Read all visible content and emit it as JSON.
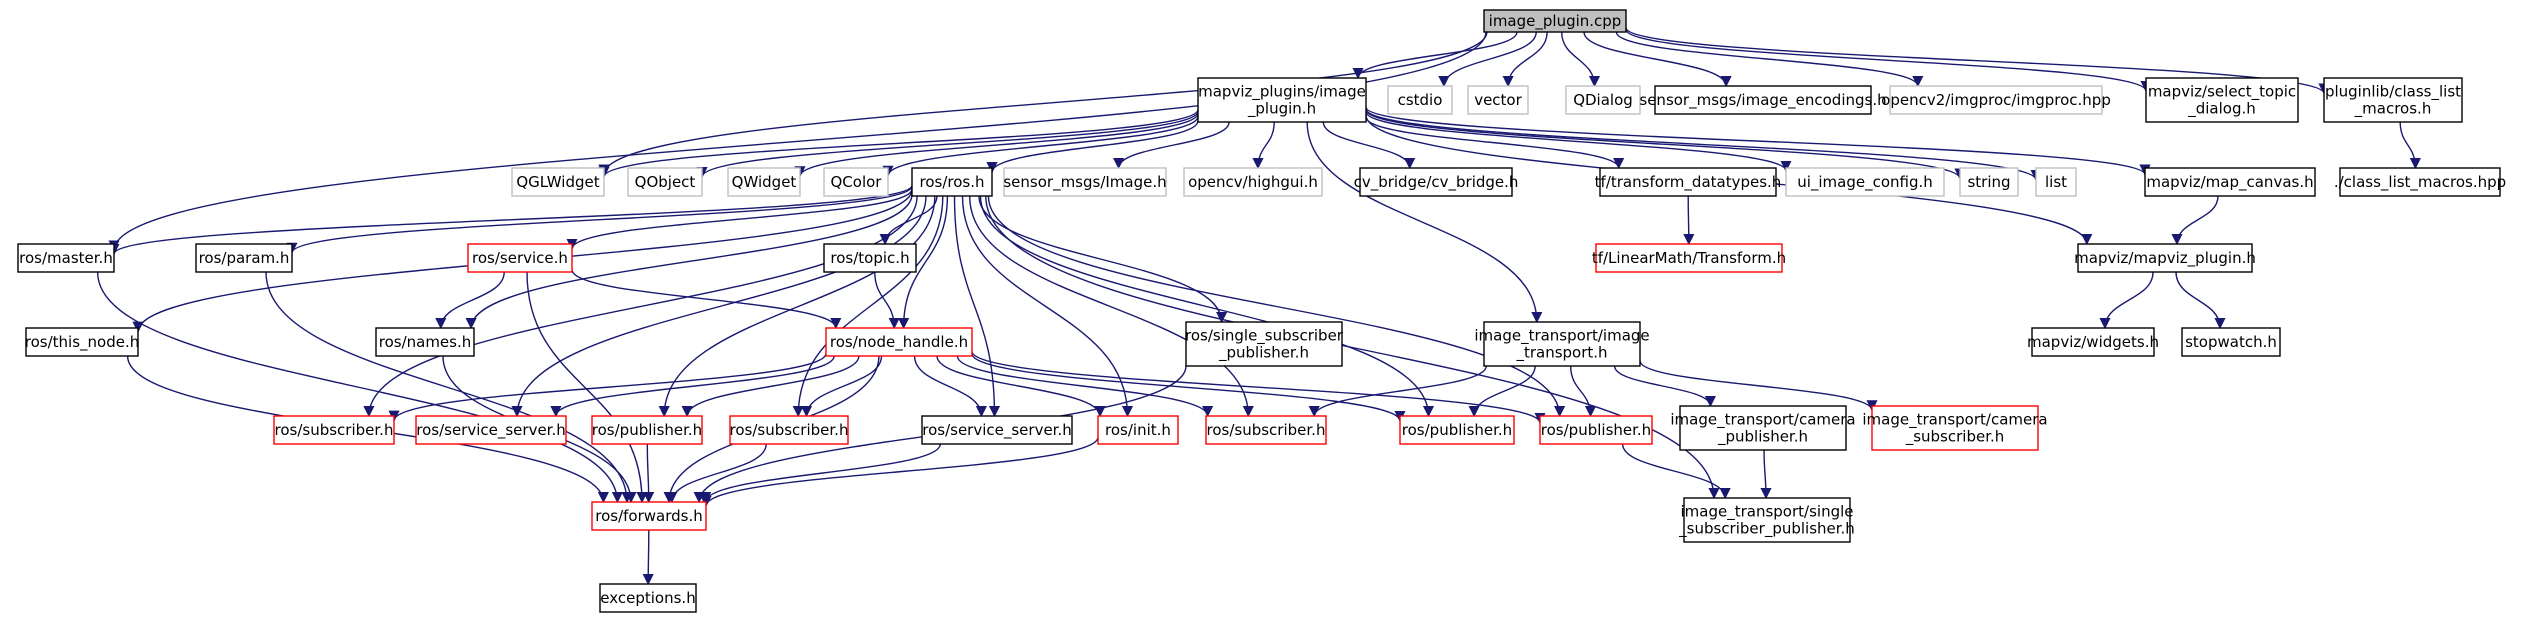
{
  "diagram": {
    "colors": {
      "edge": "#191970",
      "normal_border": "#000000",
      "unresolved_border": "#bfbfbf",
      "unresolved_text": "#808080",
      "red_border": "#ff0000",
      "root_fill": "#bfbfbf"
    },
    "nodes": [
      {
        "id": "root",
        "lines": [
          "image_plugin.cpp"
        ],
        "style": "root"
      },
      {
        "id": "image_plugin_h",
        "lines": [
          "mapviz_plugins/image",
          "_plugin.h"
        ],
        "style": "normal"
      },
      {
        "id": "cstdio",
        "lines": [
          "cstdio"
        ],
        "style": "gray"
      },
      {
        "id": "vector",
        "lines": [
          "vector"
        ],
        "style": "gray"
      },
      {
        "id": "qdialog",
        "lines": [
          "QDialog"
        ],
        "style": "gray"
      },
      {
        "id": "img_enc",
        "lines": [
          "sensor_msgs/image_encodings.h"
        ],
        "style": "normal"
      },
      {
        "id": "imgproc",
        "lines": [
          "opencv2/imgproc/imgproc.hpp"
        ],
        "style": "gray"
      },
      {
        "id": "select_topic",
        "lines": [
          "mapviz/select_topic",
          "_dialog.h"
        ],
        "style": "normal"
      },
      {
        "id": "class_list",
        "lines": [
          "pluginlib/class_list",
          "_macros.h"
        ],
        "style": "normal"
      },
      {
        "id": "qglwidget",
        "lines": [
          "QGLWidget"
        ],
        "style": "gray"
      },
      {
        "id": "qobject",
        "lines": [
          "QObject"
        ],
        "style": "gray"
      },
      {
        "id": "qwidget",
        "lines": [
          "QWidget"
        ],
        "style": "gray"
      },
      {
        "id": "qcolor",
        "lines": [
          "QColor"
        ],
        "style": "gray"
      },
      {
        "id": "ros_h",
        "lines": [
          "ros/ros.h"
        ],
        "style": "normal"
      },
      {
        "id": "sensor_image",
        "lines": [
          "sensor_msgs/Image.h"
        ],
        "style": "gray"
      },
      {
        "id": "highgui",
        "lines": [
          "opencv/highgui.h"
        ],
        "style": "gray"
      },
      {
        "id": "cv_bridge",
        "lines": [
          "cv_bridge/cv_bridge.h"
        ],
        "style": "normal"
      },
      {
        "id": "transform_dt",
        "lines": [
          "tf/transform_datatypes.h"
        ],
        "style": "normal"
      },
      {
        "id": "ui_image_config",
        "lines": [
          "ui_image_config.h"
        ],
        "style": "gray"
      },
      {
        "id": "string",
        "lines": [
          "string"
        ],
        "style": "gray"
      },
      {
        "id": "list",
        "lines": [
          "list"
        ],
        "style": "gray"
      },
      {
        "id": "map_canvas",
        "lines": [
          "mapviz/map_canvas.h"
        ],
        "style": "normal"
      },
      {
        "id": "class_list_hpp",
        "lines": [
          "./class_list_macros.hpp"
        ],
        "style": "normal"
      },
      {
        "id": "ros_master",
        "lines": [
          "ros/master.h"
        ],
        "style": "normal"
      },
      {
        "id": "ros_param",
        "lines": [
          "ros/param.h"
        ],
        "style": "normal"
      },
      {
        "id": "ros_service",
        "lines": [
          "ros/service.h"
        ],
        "style": "red"
      },
      {
        "id": "ros_topic",
        "lines": [
          "ros/topic.h"
        ],
        "style": "normal"
      },
      {
        "id": "tf_transform",
        "lines": [
          "tf/LinearMath/Transform.h"
        ],
        "style": "red"
      },
      {
        "id": "mapviz_plugin",
        "lines": [
          "mapviz/mapviz_plugin.h"
        ],
        "style": "normal"
      },
      {
        "id": "this_node",
        "lines": [
          "ros/this_node.h"
        ],
        "style": "normal"
      },
      {
        "id": "ros_names",
        "lines": [
          "ros/names.h"
        ],
        "style": "normal"
      },
      {
        "id": "node_handle",
        "lines": [
          "ros/node_handle.h"
        ],
        "style": "red"
      },
      {
        "id": "single_sub_pub",
        "lines": [
          "ros/single_subscriber",
          "_publisher.h"
        ],
        "style": "normal"
      },
      {
        "id": "image_transport",
        "lines": [
          "image_transport/image",
          "_transport.h"
        ],
        "style": "normal"
      },
      {
        "id": "widgets",
        "lines": [
          "mapviz/widgets.h"
        ],
        "style": "normal"
      },
      {
        "id": "stopwatch",
        "lines": [
          "stopwatch.h"
        ],
        "style": "normal"
      },
      {
        "id": "sub_a",
        "lines": [
          "ros/subscriber.h"
        ],
        "style": "red"
      },
      {
        "id": "srv_server_a",
        "lines": [
          "ros/service_server.h"
        ],
        "style": "red"
      },
      {
        "id": "pub_a",
        "lines": [
          "ros/publisher.h"
        ],
        "style": "red"
      },
      {
        "id": "sub_b",
        "lines": [
          "ros/subscriber.h"
        ],
        "style": "red"
      },
      {
        "id": "srv_server_b",
        "lines": [
          "ros/service_server.h"
        ],
        "style": "normal"
      },
      {
        "id": "ros_init",
        "lines": [
          "ros/init.h"
        ],
        "style": "red"
      },
      {
        "id": "sub_c",
        "lines": [
          "ros/subscriber.h"
        ],
        "style": "red"
      },
      {
        "id": "pub_b",
        "lines": [
          "ros/publisher.h"
        ],
        "style": "red"
      },
      {
        "id": "pub_c",
        "lines": [
          "ros/publisher.h"
        ],
        "style": "red"
      },
      {
        "id": "camera_pub",
        "lines": [
          "image_transport/camera",
          "_publisher.h"
        ],
        "style": "normal"
      },
      {
        "id": "camera_sub",
        "lines": [
          "image_transport/camera",
          "_subscriber.h"
        ],
        "style": "red"
      },
      {
        "id": "ros_forwards",
        "lines": [
          "ros/forwards.h"
        ],
        "style": "red"
      },
      {
        "id": "it_single_sub_pub",
        "lines": [
          "image_transport/single",
          "_subscriber_publisher.h"
        ],
        "style": "normal"
      },
      {
        "id": "exceptions",
        "lines": [
          "exceptions.h"
        ],
        "style": "normal"
      }
    ],
    "edges": [
      [
        "root",
        "image_plugin_h"
      ],
      [
        "root",
        "cstdio"
      ],
      [
        "root",
        "vector"
      ],
      [
        "root",
        "qdialog"
      ],
      [
        "root",
        "img_enc"
      ],
      [
        "root",
        "imgproc"
      ],
      [
        "root",
        "select_topic"
      ],
      [
        "root",
        "class_list"
      ],
      [
        "root",
        "ros_master"
      ],
      [
        "root",
        "qglwidget"
      ],
      [
        "image_plugin_h",
        "qglwidget"
      ],
      [
        "image_plugin_h",
        "qobject"
      ],
      [
        "image_plugin_h",
        "qwidget"
      ],
      [
        "image_plugin_h",
        "qcolor"
      ],
      [
        "image_plugin_h",
        "ros_h"
      ],
      [
        "image_plugin_h",
        "sensor_image"
      ],
      [
        "image_plugin_h",
        "highgui"
      ],
      [
        "image_plugin_h",
        "cv_bridge"
      ],
      [
        "image_plugin_h",
        "transform_dt"
      ],
      [
        "image_plugin_h",
        "ui_image_config"
      ],
      [
        "image_plugin_h",
        "string"
      ],
      [
        "image_plugin_h",
        "list"
      ],
      [
        "image_plugin_h",
        "map_canvas"
      ],
      [
        "image_plugin_h",
        "mapviz_plugin"
      ],
      [
        "image_plugin_h",
        "image_transport"
      ],
      [
        "class_list",
        "class_list_hpp"
      ],
      [
        "ros_h",
        "ros_master"
      ],
      [
        "ros_h",
        "ros_param"
      ],
      [
        "ros_h",
        "ros_service"
      ],
      [
        "ros_h",
        "ros_topic"
      ],
      [
        "ros_h",
        "this_node"
      ],
      [
        "ros_h",
        "ros_names"
      ],
      [
        "ros_h",
        "node_handle"
      ],
      [
        "ros_h",
        "single_sub_pub"
      ],
      [
        "ros_h",
        "sub_a"
      ],
      [
        "ros_h",
        "srv_server_a"
      ],
      [
        "ros_h",
        "pub_a"
      ],
      [
        "ros_h",
        "sub_b"
      ],
      [
        "ros_h",
        "srv_server_b"
      ],
      [
        "ros_h",
        "ros_init"
      ],
      [
        "ros_h",
        "sub_c"
      ],
      [
        "ros_h",
        "pub_b"
      ],
      [
        "ros_h",
        "pub_c"
      ],
      [
        "ros_h",
        "it_single_sub_pub"
      ],
      [
        "transform_dt",
        "tf_transform"
      ],
      [
        "map_canvas",
        "mapviz_plugin"
      ],
      [
        "mapviz_plugin",
        "widgets"
      ],
      [
        "mapviz_plugin",
        "stopwatch"
      ],
      [
        "ros_master",
        "ros_forwards"
      ],
      [
        "ros_param",
        "ros_forwards"
      ],
      [
        "this_node",
        "ros_forwards"
      ],
      [
        "ros_names",
        "ros_forwards"
      ],
      [
        "ros_service",
        "ros_names"
      ],
      [
        "ros_service",
        "node_handle"
      ],
      [
        "ros_service",
        "ros_forwards"
      ],
      [
        "ros_topic",
        "node_handle"
      ],
      [
        "node_handle",
        "sub_a"
      ],
      [
        "node_handle",
        "srv_server_a"
      ],
      [
        "node_handle",
        "pub_a"
      ],
      [
        "node_handle",
        "sub_b"
      ],
      [
        "node_handle",
        "srv_server_b"
      ],
      [
        "node_handle",
        "ros_init"
      ],
      [
        "node_handle",
        "sub_c"
      ],
      [
        "node_handle",
        "pub_b"
      ],
      [
        "node_handle",
        "pub_c"
      ],
      [
        "node_handle",
        "ros_forwards"
      ],
      [
        "single_sub_pub",
        "ros_forwards"
      ],
      [
        "image_transport",
        "sub_c"
      ],
      [
        "image_transport",
        "pub_b"
      ],
      [
        "image_transport",
        "pub_c"
      ],
      [
        "image_transport",
        "camera_pub"
      ],
      [
        "image_transport",
        "camera_sub"
      ],
      [
        "pub_a",
        "ros_forwards"
      ],
      [
        "sub_b",
        "ros_forwards"
      ],
      [
        "srv_server_b",
        "ros_forwards"
      ],
      [
        "ros_init",
        "ros_forwards"
      ],
      [
        "pub_c",
        "it_single_sub_pub"
      ],
      [
        "camera_pub",
        "it_single_sub_pub"
      ],
      [
        "ros_forwards",
        "exceptions"
      ]
    ]
  }
}
